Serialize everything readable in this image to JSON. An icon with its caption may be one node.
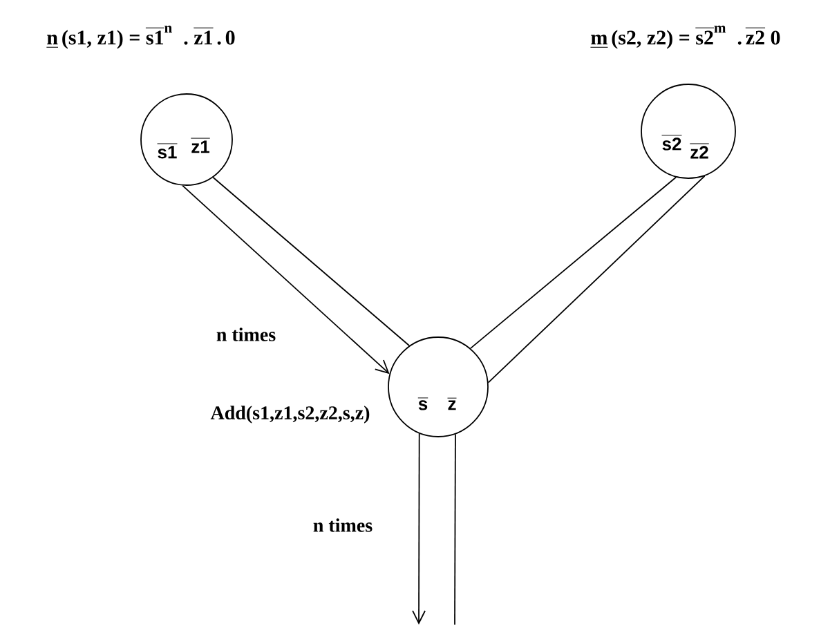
{
  "diagram": {
    "nodes": [
      {
        "text": [
          "\\overline{\\textsf{\\textbf{s1}}}",
          "\\overline{\\textsf{\\textbf{z1}}}"
        ]
      },
      {
        "text": [
          "\\overline{\\textsf{\\textbf{s2}}}",
          "\\overline{\\textsf{\\textbf{z2}}}"
        ]
      },
      {
        "text": [
          "\\overline{\\textsf{\\textbf{s}}}",
          "\\overline{\\textsf{\\textbf{z}}}"
        ],
        "beside": [
          "Add(s1,z1,s2,z2,s,z)"
        ]
      }
    ],
    "edges": [
      {
        "from": 0,
        "to": 2,
        "arrow": "to",
        "label": "n times"
      },
      {
        "from": 0,
        "to": 2,
        "arrow": "none"
      },
      {
        "from": 1,
        "to": 2,
        "arrow": "none"
      },
      {
        "from": 1,
        "to": 2,
        "arrow": "none"
      },
      {
        "from": 2,
        "to": null,
        "arrow": "to",
        "label": "n times"
      },
      {
        "from": 2,
        "to": null,
        "arrow": "none"
      }
    ],
    "labels": [
      "\\underline{\\textbf{n}}\\,\\textbf{(s1, z1)}\\ \\textbf{=}\\ \\overline{\\textbf{s1}}^{\\textbf{n}}\\ \\ \\textbf{.}\\ \\overline{\\textbf{z1}}\\,\\textbf{.}\\,\\textbf{0}",
      "\\underline{\\textbf{m}}\\,\\textbf{(s2, z2)}\\ \\textbf{=}\\ \\overline{\\textbf{s2}}^{\\textbf{m}}\\ \\ \\textbf{.}\\,\\overline{\\textbf{z2}}\\ \\textbf{0}"
    ]
  }
}
